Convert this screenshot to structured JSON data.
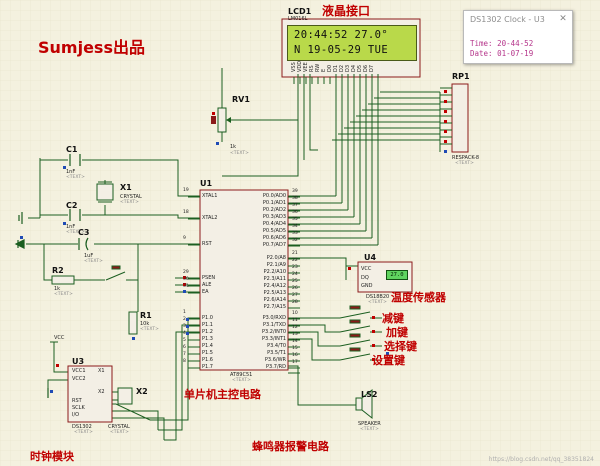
{
  "brand": "Sumjess出品",
  "labels": {
    "lcd_interface": "液晶接口",
    "temp_sensor": "温度传感器",
    "mcu_circuit": "单片机主控电路",
    "buzzer_circuit": "蜂鸣器报警电路",
    "clock_module": "时钟模块",
    "key_minus": "减键",
    "key_plus": "加键",
    "key_select": "选择键",
    "key_set": "设置键"
  },
  "lcd": {
    "ref": "LCD1",
    "part": "LM016L",
    "line1": "20:44:52  27.0°",
    "line2": "N 19-05-29  TUE"
  },
  "popup": {
    "title": "DS1302 Clock - U3",
    "close": "✕",
    "time_label": "Time:",
    "time_value": "20-44-52",
    "date_label": "Date:",
    "date_value": "01-07-19"
  },
  "components": {
    "rv1": "RV1",
    "rv1_val": "1k",
    "rp1": "RP1",
    "rp1_part": "RESPACK-8",
    "c1": "C1",
    "c1_val": "1nF",
    "c2": "C2",
    "c2_val": "1nF",
    "c3": "C3",
    "c3_val": "1uF",
    "x1": "X1",
    "x1_part": "CRYSTAL",
    "x2": "X2",
    "x2_part": "CRYSTAL",
    "r1": "R1",
    "r1_val": "10k",
    "r2": "R2",
    "r2_val": "1k",
    "u1": "U1",
    "u1_part": "AT89C51",
    "u3": "U3",
    "u3_part": "DS1302",
    "u4": "U4",
    "u4_part": "DS18B20",
    "u4_value": "27.0",
    "ls2": "LS2",
    "ls2_part": "SPEAKER",
    "vcc": "VCC",
    "text_tag": "<TEXT>"
  },
  "u1_pins_left": [
    "XTAL1",
    "XTAL2",
    "RST",
    "PSEN",
    "ALE",
    "EA",
    "P1.0",
    "P1.1",
    "P1.2",
    "P1.3",
    "P1.4",
    "P1.5",
    "P1.6",
    "P1.7"
  ],
  "u1_pins_left_num": [
    "19",
    "18",
    "9",
    "29",
    "30",
    "31",
    "1",
    "2",
    "3",
    "4",
    "5",
    "6",
    "7",
    "8"
  ],
  "u1_pins_right": [
    "P0.0/AD0",
    "P0.1/AD1",
    "P0.2/AD2",
    "P0.3/AD3",
    "P0.4/AD4",
    "P0.5/AD5",
    "P0.6/AD6",
    "P0.7/AD7",
    "P2.0/A8",
    "P2.1/A9",
    "P2.2/A10",
    "P2.3/A11",
    "P2.4/A12",
    "P2.5/A13",
    "P2.6/A14",
    "P2.7/A15",
    "P3.0/RXD",
    "P3.1/TXD",
    "P3.2/INT0",
    "P3.3/INT1",
    "P3.4/T0",
    "P3.5/T1",
    "P3.6/WR",
    "P3.7/RD"
  ],
  "u1_pins_right_num": [
    "39",
    "38",
    "37",
    "36",
    "35",
    "34",
    "33",
    "32",
    "21",
    "22",
    "23",
    "24",
    "25",
    "26",
    "27",
    "28",
    "10",
    "11",
    "12",
    "13",
    "14",
    "15",
    "16",
    "17"
  ],
  "lcd_pins": [
    "VSS",
    "VDD",
    "VEE",
    "RS",
    "RW",
    "E",
    "D0",
    "D1",
    "D2",
    "D3",
    "D4",
    "D5",
    "D6",
    "D7"
  ],
  "u3_pins": [
    "VCC1",
    "VCC2",
    "X1",
    "X2",
    "RST",
    "SCLK",
    "I/O"
  ],
  "u4_pins": [
    "VCC",
    "DQ",
    "GND"
  ],
  "watermark": "https://blog.csdn.net/qq_38351824",
  "colors": {
    "bg": "#f4f1df",
    "wire": "#1b5e20",
    "body": "#8b1a1a",
    "chip": "#f3efe5",
    "label": "#c00000",
    "lcd": "#b9d94a"
  }
}
